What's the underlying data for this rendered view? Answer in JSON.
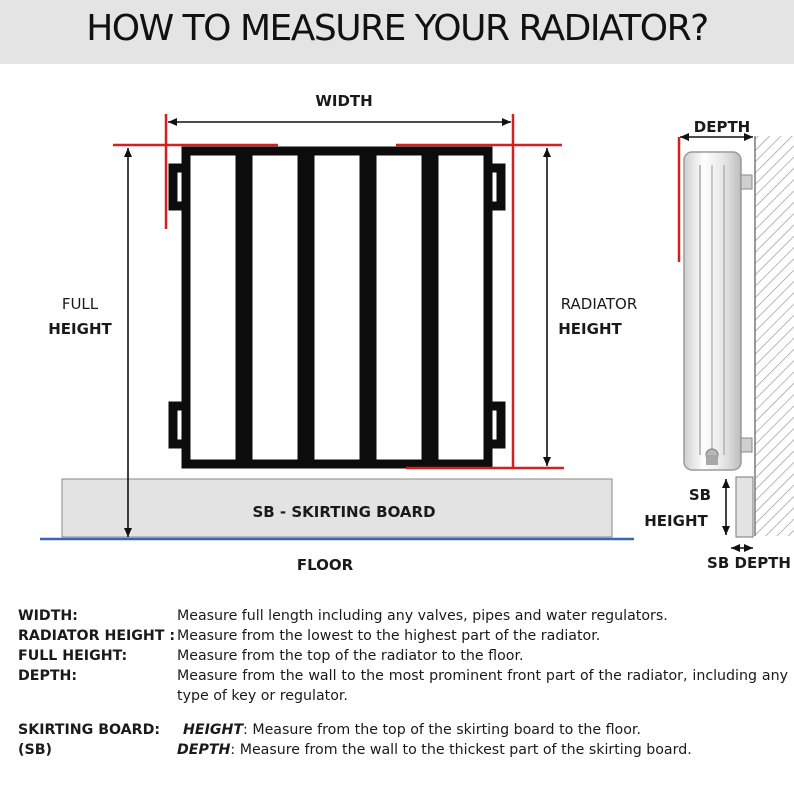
{
  "title": "HOW TO MEASURE YOUR RADIATOR?",
  "labels": {
    "width": "WIDTH",
    "depth": "DEPTH",
    "full_height_1": "FULL",
    "full_height_2": "HEIGHT",
    "radiator_height_1": "RADIATOR",
    "radiator_height_2": "HEIGHT",
    "skirting_board": "SB - SKIRTING BOARD",
    "floor": "FLOOR",
    "sb_height_1": "SB",
    "sb_height_2": "HEIGHT",
    "sb_depth": "SB DEPTH"
  },
  "colors": {
    "measure_red": "#d42020",
    "floor_blue": "#3a64b4",
    "skirting_fill": "#e3e3e3"
  },
  "legend": {
    "width": {
      "term": "WIDTH:",
      "desc": "Measure full length including any valves, pipes and water regulators."
    },
    "radiator_height": {
      "term": "RADIATOR HEIGHT :",
      "desc": "Measure from the lowest to the highest part of the radiator."
    },
    "full_height": {
      "term": "FULL HEIGHT:",
      "desc": "Measure from the top of the radiator to the floor."
    },
    "depth": {
      "term": "DEPTH:",
      "desc": "Measure from the wall to the most prominent front part of the radiator, including any type of key or regulator."
    },
    "skirting": {
      "term_1": "SKIRTING BOARD:",
      "term_2": "(SB)",
      "height_key": "HEIGHT",
      "height_desc": ": Measure from the top of the skirting board to the floor.",
      "depth_key": "DEPTH",
      "depth_desc": ": Measure from the wall to the thickest part of the skirting board."
    }
  }
}
